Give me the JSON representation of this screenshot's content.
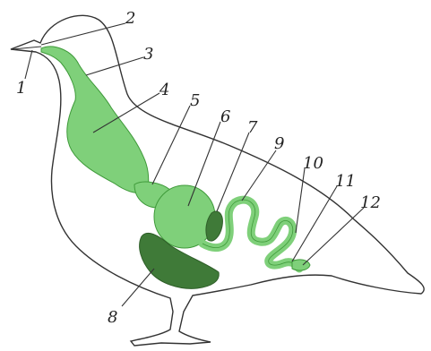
{
  "diagram": {
    "colors": {
      "outline": "#333333",
      "tract": "#7fd07a",
      "tract_stroke": "#3f9a3a",
      "dark_organ": "#3f7a38"
    },
    "labels": [
      {
        "id": "1",
        "text": "1"
      },
      {
        "id": "2",
        "text": "2"
      },
      {
        "id": "3",
        "text": "3"
      },
      {
        "id": "4",
        "text": "4"
      },
      {
        "id": "5",
        "text": "5"
      },
      {
        "id": "6",
        "text": "6"
      },
      {
        "id": "7",
        "text": "7"
      },
      {
        "id": "8",
        "text": "8"
      },
      {
        "id": "9",
        "text": "9"
      },
      {
        "id": "10",
        "text": "10"
      },
      {
        "id": "11",
        "text": "11"
      },
      {
        "id": "12",
        "text": "12"
      }
    ]
  }
}
